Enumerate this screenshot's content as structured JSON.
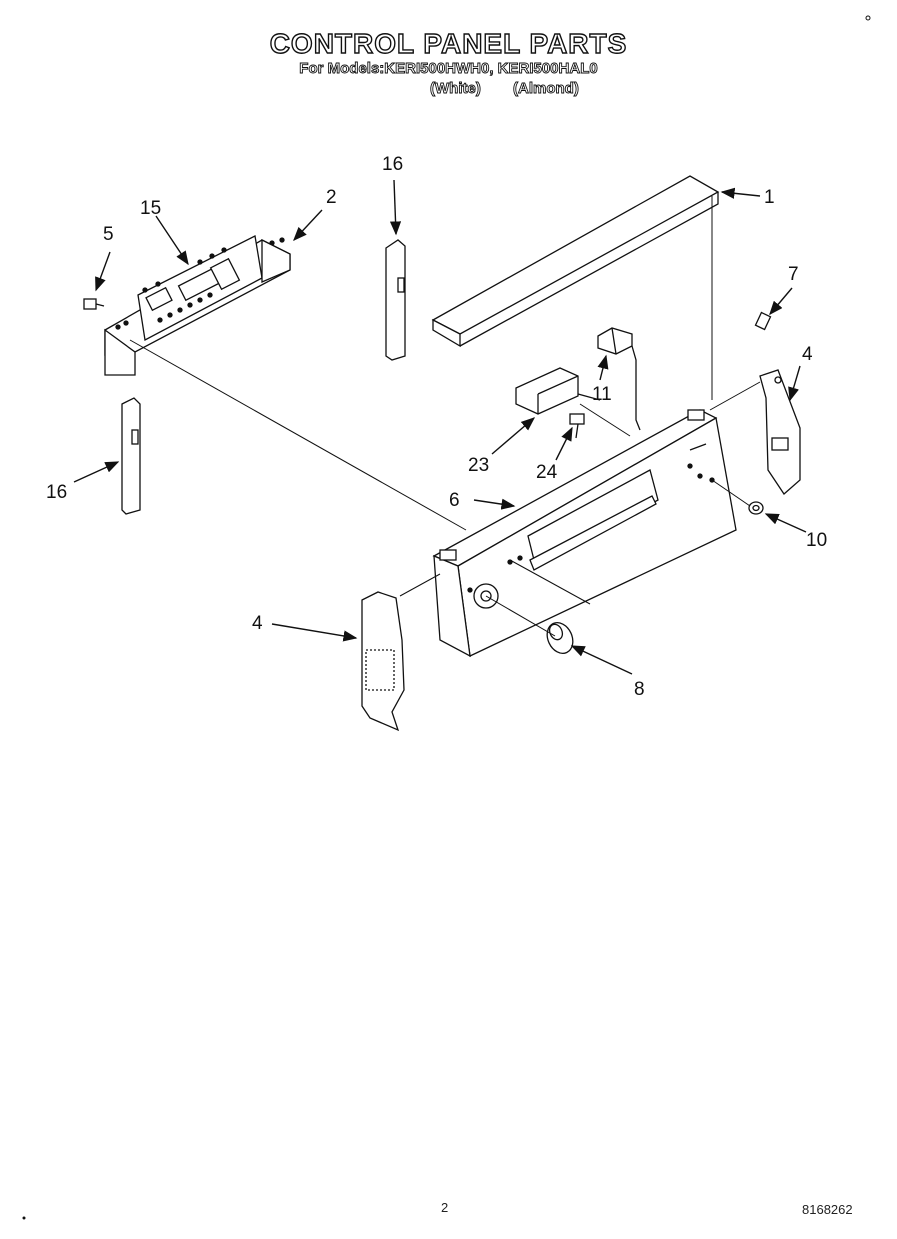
{
  "header": {
    "title": "CONTROL PANEL PARTS",
    "models_line": "For Models:KERI500HWH0, KERI500HAL0",
    "color_white": "(White)",
    "color_almond": "(Almond)"
  },
  "callouts": [
    {
      "id": "1",
      "label": "1"
    },
    {
      "id": "2",
      "label": "2"
    },
    {
      "id": "4a",
      "label": "4"
    },
    {
      "id": "4b",
      "label": "4"
    },
    {
      "id": "5",
      "label": "5"
    },
    {
      "id": "6",
      "label": "6"
    },
    {
      "id": "7",
      "label": "7"
    },
    {
      "id": "8",
      "label": "8"
    },
    {
      "id": "10",
      "label": "10"
    },
    {
      "id": "11",
      "label": "11"
    },
    {
      "id": "15",
      "label": "15"
    },
    {
      "id": "16a",
      "label": "16"
    },
    {
      "id": "16b",
      "label": "16"
    },
    {
      "id": "23",
      "label": "23"
    },
    {
      "id": "24",
      "label": "24"
    }
  ],
  "footer": {
    "page_number": "2",
    "document_number": "8168262"
  }
}
